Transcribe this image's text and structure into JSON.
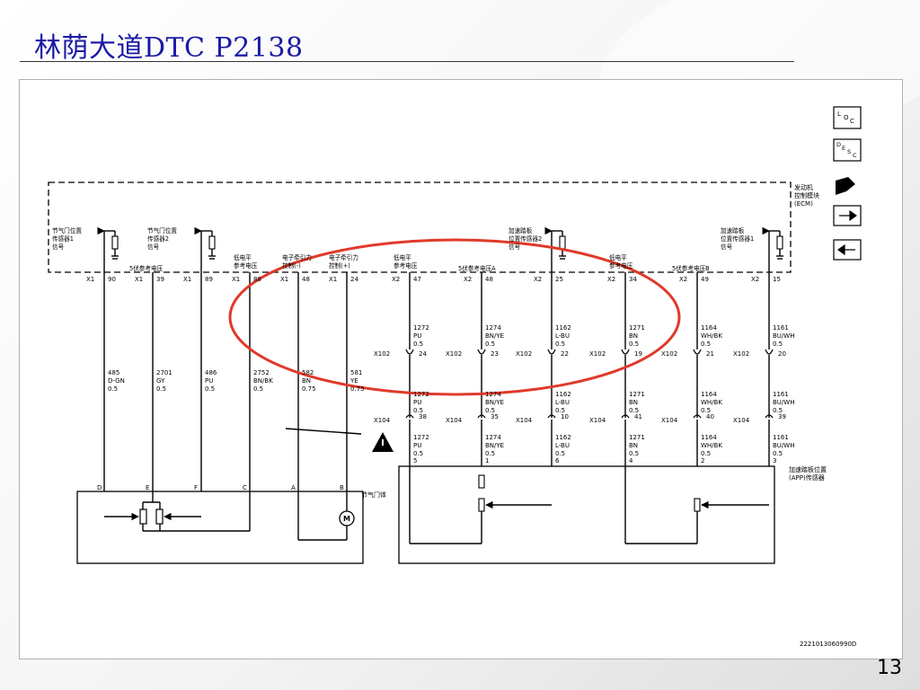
{
  "slide": {
    "title": "林荫大道DTC P2138",
    "page_number": "13",
    "doc_id": "2221013060990D"
  },
  "legend": {
    "loc_letters": [
      "L",
      "O",
      "C"
    ],
    "desc_letters": [
      "D",
      "E",
      "S",
      "C"
    ],
    "ecm_label": [
      "发动机",
      "控制模块",
      "(ECM)"
    ]
  },
  "ecm": {
    "top_labels": [
      [
        "节气门位置",
        "传感器1",
        "信号"
      ],
      [
        "节气门位置",
        "传感器2",
        "信号"
      ],
      [
        "低电平",
        "参考电压"
      ],
      [
        "电子牵引力",
        "控制(-)"
      ],
      [
        "电子牵引力",
        "控制(+)"
      ],
      [
        "低电平",
        "参考电压"
      ],
      [
        "加速踏板",
        "位置传感器2",
        "信号"
      ],
      [
        "低电平",
        "参考电压"
      ],
      [
        "加速踏板",
        "位置传感器1",
        "信号"
      ]
    ],
    "ref5v_labels": [
      "5伏参考电压",
      "5伏参考电压A",
      "5伏参考电压B"
    ]
  },
  "pins": [
    {
      "conn": "X1",
      "num": "90"
    },
    {
      "conn": "X1",
      "num": "39"
    },
    {
      "conn": "X1",
      "num": "89"
    },
    {
      "conn": "X1",
      "num": "88"
    },
    {
      "conn": "X1",
      "num": "48"
    },
    {
      "conn": "X1",
      "num": "24"
    },
    {
      "conn": "X2",
      "num": "47"
    },
    {
      "conn": "X2",
      "num": "48"
    },
    {
      "conn": "X2",
      "num": "25"
    },
    {
      "conn": "X2",
      "num": "34"
    },
    {
      "conn": "X2",
      "num": "49"
    },
    {
      "conn": "X2",
      "num": "15"
    }
  ],
  "left_wires": [
    {
      "circuit": "485",
      "color": "D-GN",
      "gauge": "0.5"
    },
    {
      "circuit": "2701",
      "color": "GY",
      "gauge": "0.5"
    },
    {
      "circuit": "486",
      "color": "PU",
      "gauge": "0.5"
    },
    {
      "circuit": "2752",
      "color": "BN/BK",
      "gauge": "0.5"
    },
    {
      "circuit": "582",
      "color": "BN",
      "gauge": "0.75"
    },
    {
      "circuit": "581",
      "color": "YE",
      "gauge": "0.75"
    }
  ],
  "right_wires": [
    {
      "circuit": "1272",
      "color": "PU",
      "gauge": "0.5",
      "x102": "24",
      "x104": "38",
      "term": "5"
    },
    {
      "circuit": "1274",
      "color": "BN/YE",
      "gauge": "0.5",
      "x102": "23",
      "x104": "35",
      "term": "1"
    },
    {
      "circuit": "1162",
      "color": "L-BU",
      "gauge": "0.5",
      "x102": "22",
      "x104": "10",
      "term": "6"
    },
    {
      "circuit": "1271",
      "color": "BN",
      "gauge": "0.5",
      "x102": "19",
      "x104": "41",
      "term": "4"
    },
    {
      "circuit": "1164",
      "color": "WH/BK",
      "gauge": "0.5",
      "x102": "21",
      "x104": "40",
      "term": "2"
    },
    {
      "circuit": "1161",
      "color": "BU/WH",
      "gauge": "0.5",
      "x102": "20",
      "x104": "39",
      "term": "3"
    }
  ],
  "connectors": {
    "x102": "X102",
    "x104": "X104"
  },
  "throttle_body": {
    "label": "节气门体",
    "terminals": [
      "D",
      "E",
      "F",
      "C",
      "A",
      "B"
    ],
    "motor": "M"
  },
  "app_sensor": {
    "label": [
      "加速踏板位置",
      "(APP)传感器"
    ]
  },
  "colors": {
    "title": "#1a1aa6",
    "highlight": "#e03a2a",
    "wire": "#000000"
  }
}
